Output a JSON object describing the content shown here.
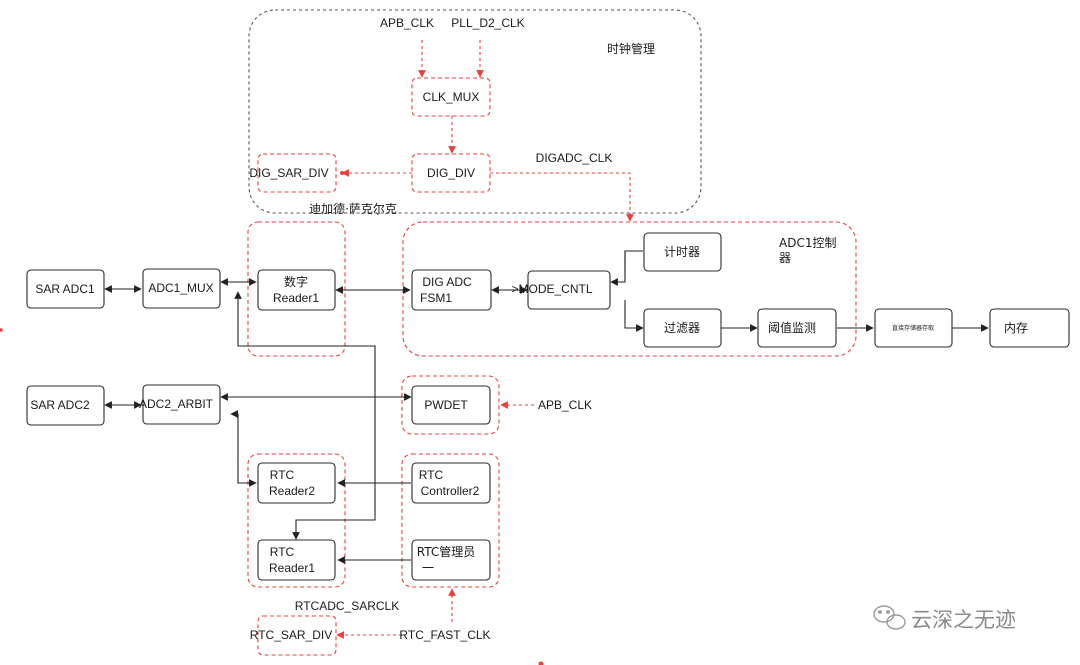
{
  "title": "",
  "regions": {
    "clock_mgmt": "时钟管理",
    "adc1_ctrl_line1": "ADC1控制",
    "adc1_ctrl_line2": "器"
  },
  "clocks": {
    "apb_clk_top": "APB_CLK",
    "pll_d2_clk": "PLL_D2_CLK",
    "digadc_clk": "DIGADC_CLK",
    "apb_clk_right": "APB_CLK",
    "rtcadc_sarclk": "RTCADC_SARCLK",
    "rtc_fast_clk": "RTC_FAST_CLK"
  },
  "blocks": {
    "clk_mux": "CLK_MUX",
    "dig_div": "DIG_DIV",
    "dig_sar_div": "DIG_SAR_DIV",
    "sar_adc1": "SAR ADC1",
    "adc1_mux": "ADC1_MUX",
    "digital_reader1_line1": "数字",
    "digital_reader1_line2": "Reader1",
    "dig_adc_fsm1_line1": "DIG ADC",
    "dig_adc_fsm1_line2": "FSM1",
    "mode_cntl": ">MODE_CNTL",
    "timer": "计时器",
    "filter": "过滤器",
    "threshold_monitor": "阈值监测",
    "dma": "直接存储器存取",
    "memory": "内存",
    "sar_adc2": "SAR ADC2",
    "adc2_arbit": "ADC2_ARBIT",
    "pwdet": "PWDET",
    "rtc_reader2_line1": "RTC",
    "rtc_reader2_line2": "Reader2",
    "rtc_controller2_line1": "RTC",
    "rtc_controller2_line2": "Controller2",
    "rtc_reader1_line1": "RTC",
    "rtc_reader1_line2": "Reader1",
    "rtc_manager_line1": "RTC管理员",
    "rtc_manager_line2": "一",
    "rtc_sar_div": "RTC_SAR_DIV"
  },
  "annotations": {
    "stray_label": "迪加德·萨克尔克"
  },
  "watermark": {
    "text": "云深之无迹",
    "icon": "wechat-icon"
  },
  "colors": {
    "clock_path": "#e8413c",
    "data_path": "#222222",
    "clock_domain_outline": "#555555",
    "watermark": "#8a8a8a"
  }
}
